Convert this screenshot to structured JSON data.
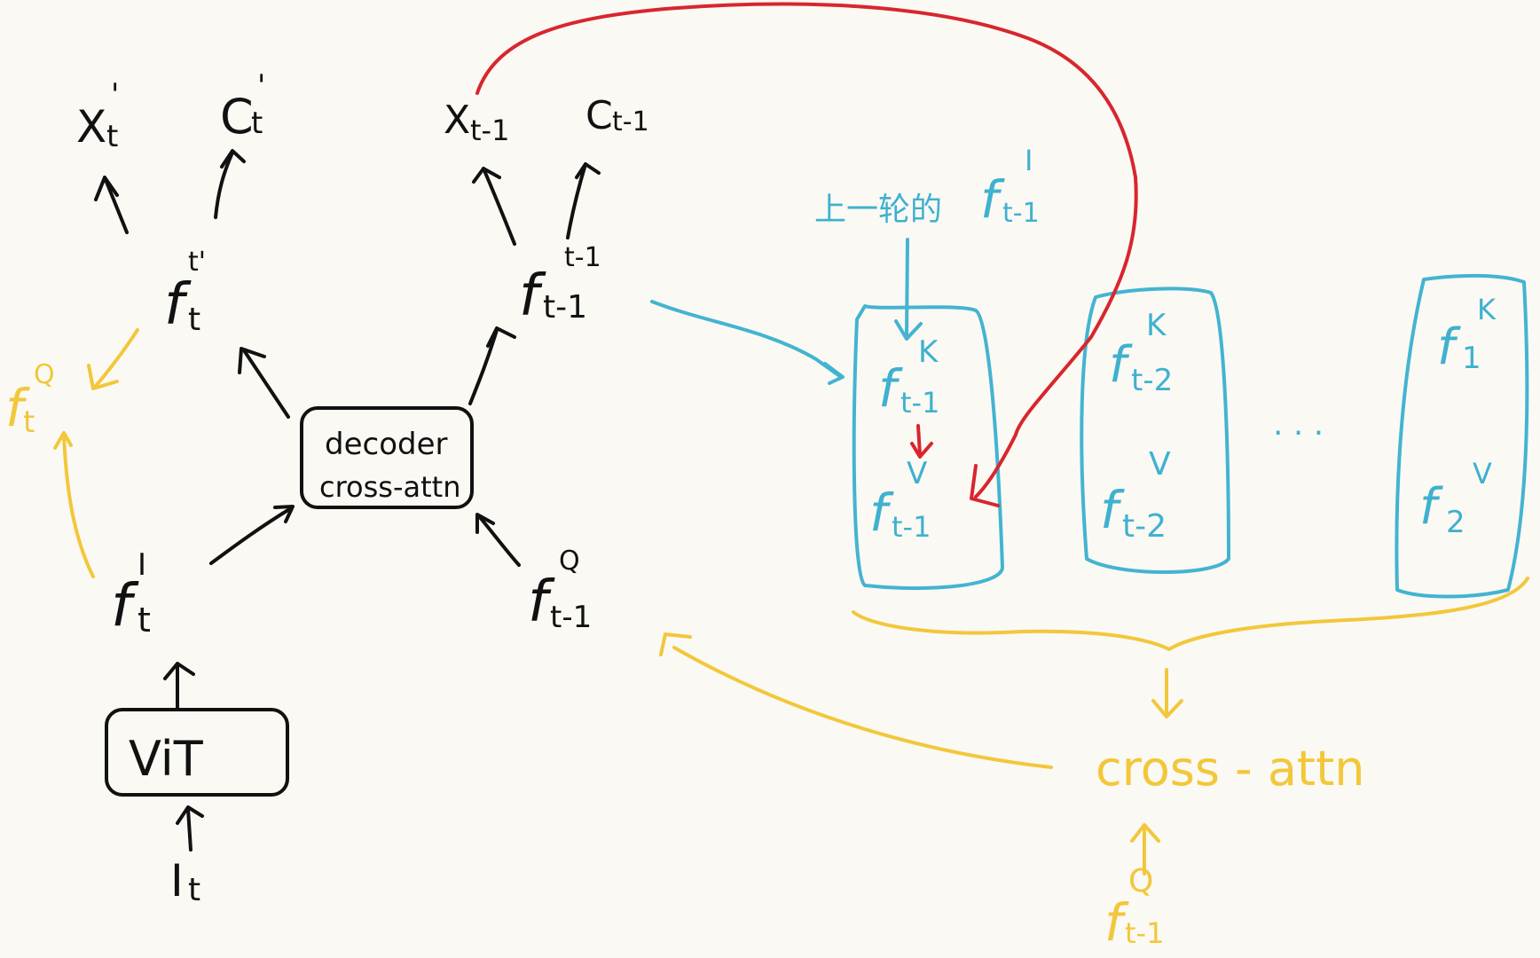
{
  "labels": {
    "x_t_prime": {
      "base": "X",
      "sub": "t",
      "sup": "'"
    },
    "c_t_prime": {
      "base": "C",
      "sub": "t",
      "sup": "'"
    },
    "x_t_minus_1": {
      "base": "X",
      "sub": "t-1",
      "sup": ""
    },
    "c_t_minus_1": {
      "base": "C",
      "sub": "t-1",
      "sup": ""
    },
    "f_t_prime": {
      "base": "f",
      "sub": "t",
      "sup": "t'"
    },
    "f_t_minus_1_top": {
      "base": "f",
      "sub": "t-1",
      "sup": "t-1"
    },
    "f_t_Q": {
      "base": "f",
      "sub": "t",
      "sup": "Q"
    },
    "f_t_I": {
      "base": "f",
      "sub": "t",
      "sup": "I"
    },
    "f_t_minus_1_Q_black": {
      "base": "f",
      "sub": "t-1",
      "sup": "Q"
    },
    "it": {
      "base": "I",
      "sub": "t"
    },
    "prev_round_label": "上一轮的",
    "prev_round_f": {
      "base": "f",
      "sub": "t-1",
      "sup": "I"
    },
    "f_t_minus_1_K": {
      "base": "f",
      "sub": "t-1",
      "sup": "K"
    },
    "f_t_minus_1_V": {
      "base": "f",
      "sub": "t-1",
      "sup": "V"
    },
    "f_t_minus_2_K": {
      "base": "f",
      "sub": "t-2",
      "sup": "K"
    },
    "f_t_minus_2_V": {
      "base": "f",
      "sub": "t-2",
      "sup": "V"
    },
    "f_1_K": {
      "base": "f",
      "sub": "1",
      "sup": "K"
    },
    "f_2_V": {
      "base": "f",
      "sub": "2",
      "sup": "V"
    },
    "ellipsis": "· · ·",
    "cross_attn_yellow": "cross - attn",
    "f_t_minus_1_Q_yellow": {
      "base": "f",
      "sub": "t-1",
      "sup": "Q"
    }
  },
  "boxes": {
    "decoder_line1": "decoder",
    "decoder_line2": "cross-attn",
    "vit": "ViT"
  },
  "colors": {
    "background": "#fbf9f4",
    "black": "#111111",
    "blue": "#43b4d0",
    "yellow": "#f2c73a",
    "red": "#d8262e"
  }
}
